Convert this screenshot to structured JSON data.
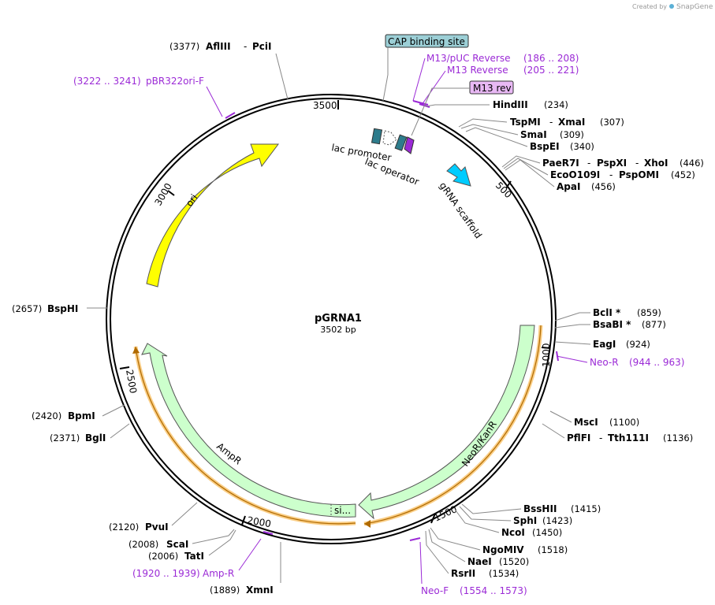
{
  "credit": {
    "prefix": "Created by",
    "brand": "SnapGene"
  },
  "plasmid": {
    "name": "pGRNA1",
    "length": "3502 bp"
  },
  "ticks": [
    "3500",
    "500",
    "1000",
    "1500",
    "2000",
    "2500",
    "3000"
  ],
  "features": {
    "cap": "CAP binding site",
    "lac_promoter": "lac promoter",
    "lac_operator": "lac operator",
    "grna": "gRNA scaffold",
    "ori": "ori",
    "neo": "NeoR/KanR",
    "amp": "AmpR",
    "si": "si..."
  },
  "primers": {
    "m13puc": {
      "name": "M13/pUC Reverse",
      "range": "(186 .. 208)"
    },
    "m13rev": {
      "name": "M13 Reverse",
      "range": "(205 .. 221)"
    },
    "m13box": "M13 rev",
    "pbr": {
      "range": "(3222 .. 3241)",
      "name": "pBR322ori-F"
    },
    "neor": {
      "name": "Neo-R",
      "range": "(944 .. 963)"
    },
    "neof": {
      "name": "Neo-F",
      "range": "(1554 .. 1573)"
    },
    "ampr": {
      "range": "(1920 .. 1939)",
      "name": "Amp-R"
    }
  },
  "enzymes": {
    "afl": {
      "num": "(3377)",
      "name1": "AflIII",
      "name2": "PciI"
    },
    "hind": {
      "name": "HindIII",
      "num": "(234)"
    },
    "tsp": {
      "name1": "TspMI",
      "name2": "XmaI",
      "num": "(307)"
    },
    "sma": {
      "name": "SmaI",
      "num": "(309)"
    },
    "bspe": {
      "name": "BspEI",
      "num": "(340)"
    },
    "pae": {
      "name1": "PaeR7I",
      "name2": "PspXI",
      "name3": "XhoI",
      "num": "(446)"
    },
    "eco": {
      "name1": "EcoO109I",
      "name2": "PspOMI",
      "num": "(452)"
    },
    "apa": {
      "name": "ApaI",
      "num": "(456)"
    },
    "bcl": {
      "name": "BclI *",
      "num": "(859)"
    },
    "bsab": {
      "name": "BsaBI *",
      "num": "(877)"
    },
    "eag": {
      "name": "EagI",
      "num": "(924)"
    },
    "msc": {
      "name": "MscI",
      "num": "(1100)"
    },
    "pfl": {
      "name1": "PflFI",
      "name2": "Tth111I",
      "num": "(1136)"
    },
    "bss": {
      "name": "BssHII",
      "num": "(1415)"
    },
    "sph": {
      "name": "SphI",
      "num": "(1423)"
    },
    "nco": {
      "name": "NcoI",
      "num": "(1450)"
    },
    "ngo": {
      "name": "NgoMIV",
      "num": "(1518)"
    },
    "nae": {
      "name": "NaeI",
      "num": "(1520)"
    },
    "rsr": {
      "name": "RsrII",
      "num": "(1534)"
    },
    "bsph": {
      "num": "(2657)",
      "name": "BspHI"
    },
    "bpm": {
      "num": "(2420)",
      "name": "BpmI"
    },
    "bgl": {
      "num": "(2371)",
      "name": "BglI"
    },
    "pvu": {
      "num": "(2120)",
      "name": "PvuI"
    },
    "sca": {
      "num": "(2008)",
      "name": "ScaI"
    },
    "tat": {
      "num": "(2006)",
      "name": "TatI"
    },
    "xmn": {
      "num": "(1889)",
      "name": "XmnI"
    }
  },
  "colors": {
    "ori": "#ffff00",
    "resistance": "#ccffcc",
    "grna": "#00ccff",
    "lac_promoter": "#2d7c8c",
    "lac_operator": "#2d7c8c",
    "primer": "#9b2ad6",
    "cap_box": "#9ccfd6",
    "m13_box": "#e8b8f4",
    "orf": "#f5a623"
  }
}
